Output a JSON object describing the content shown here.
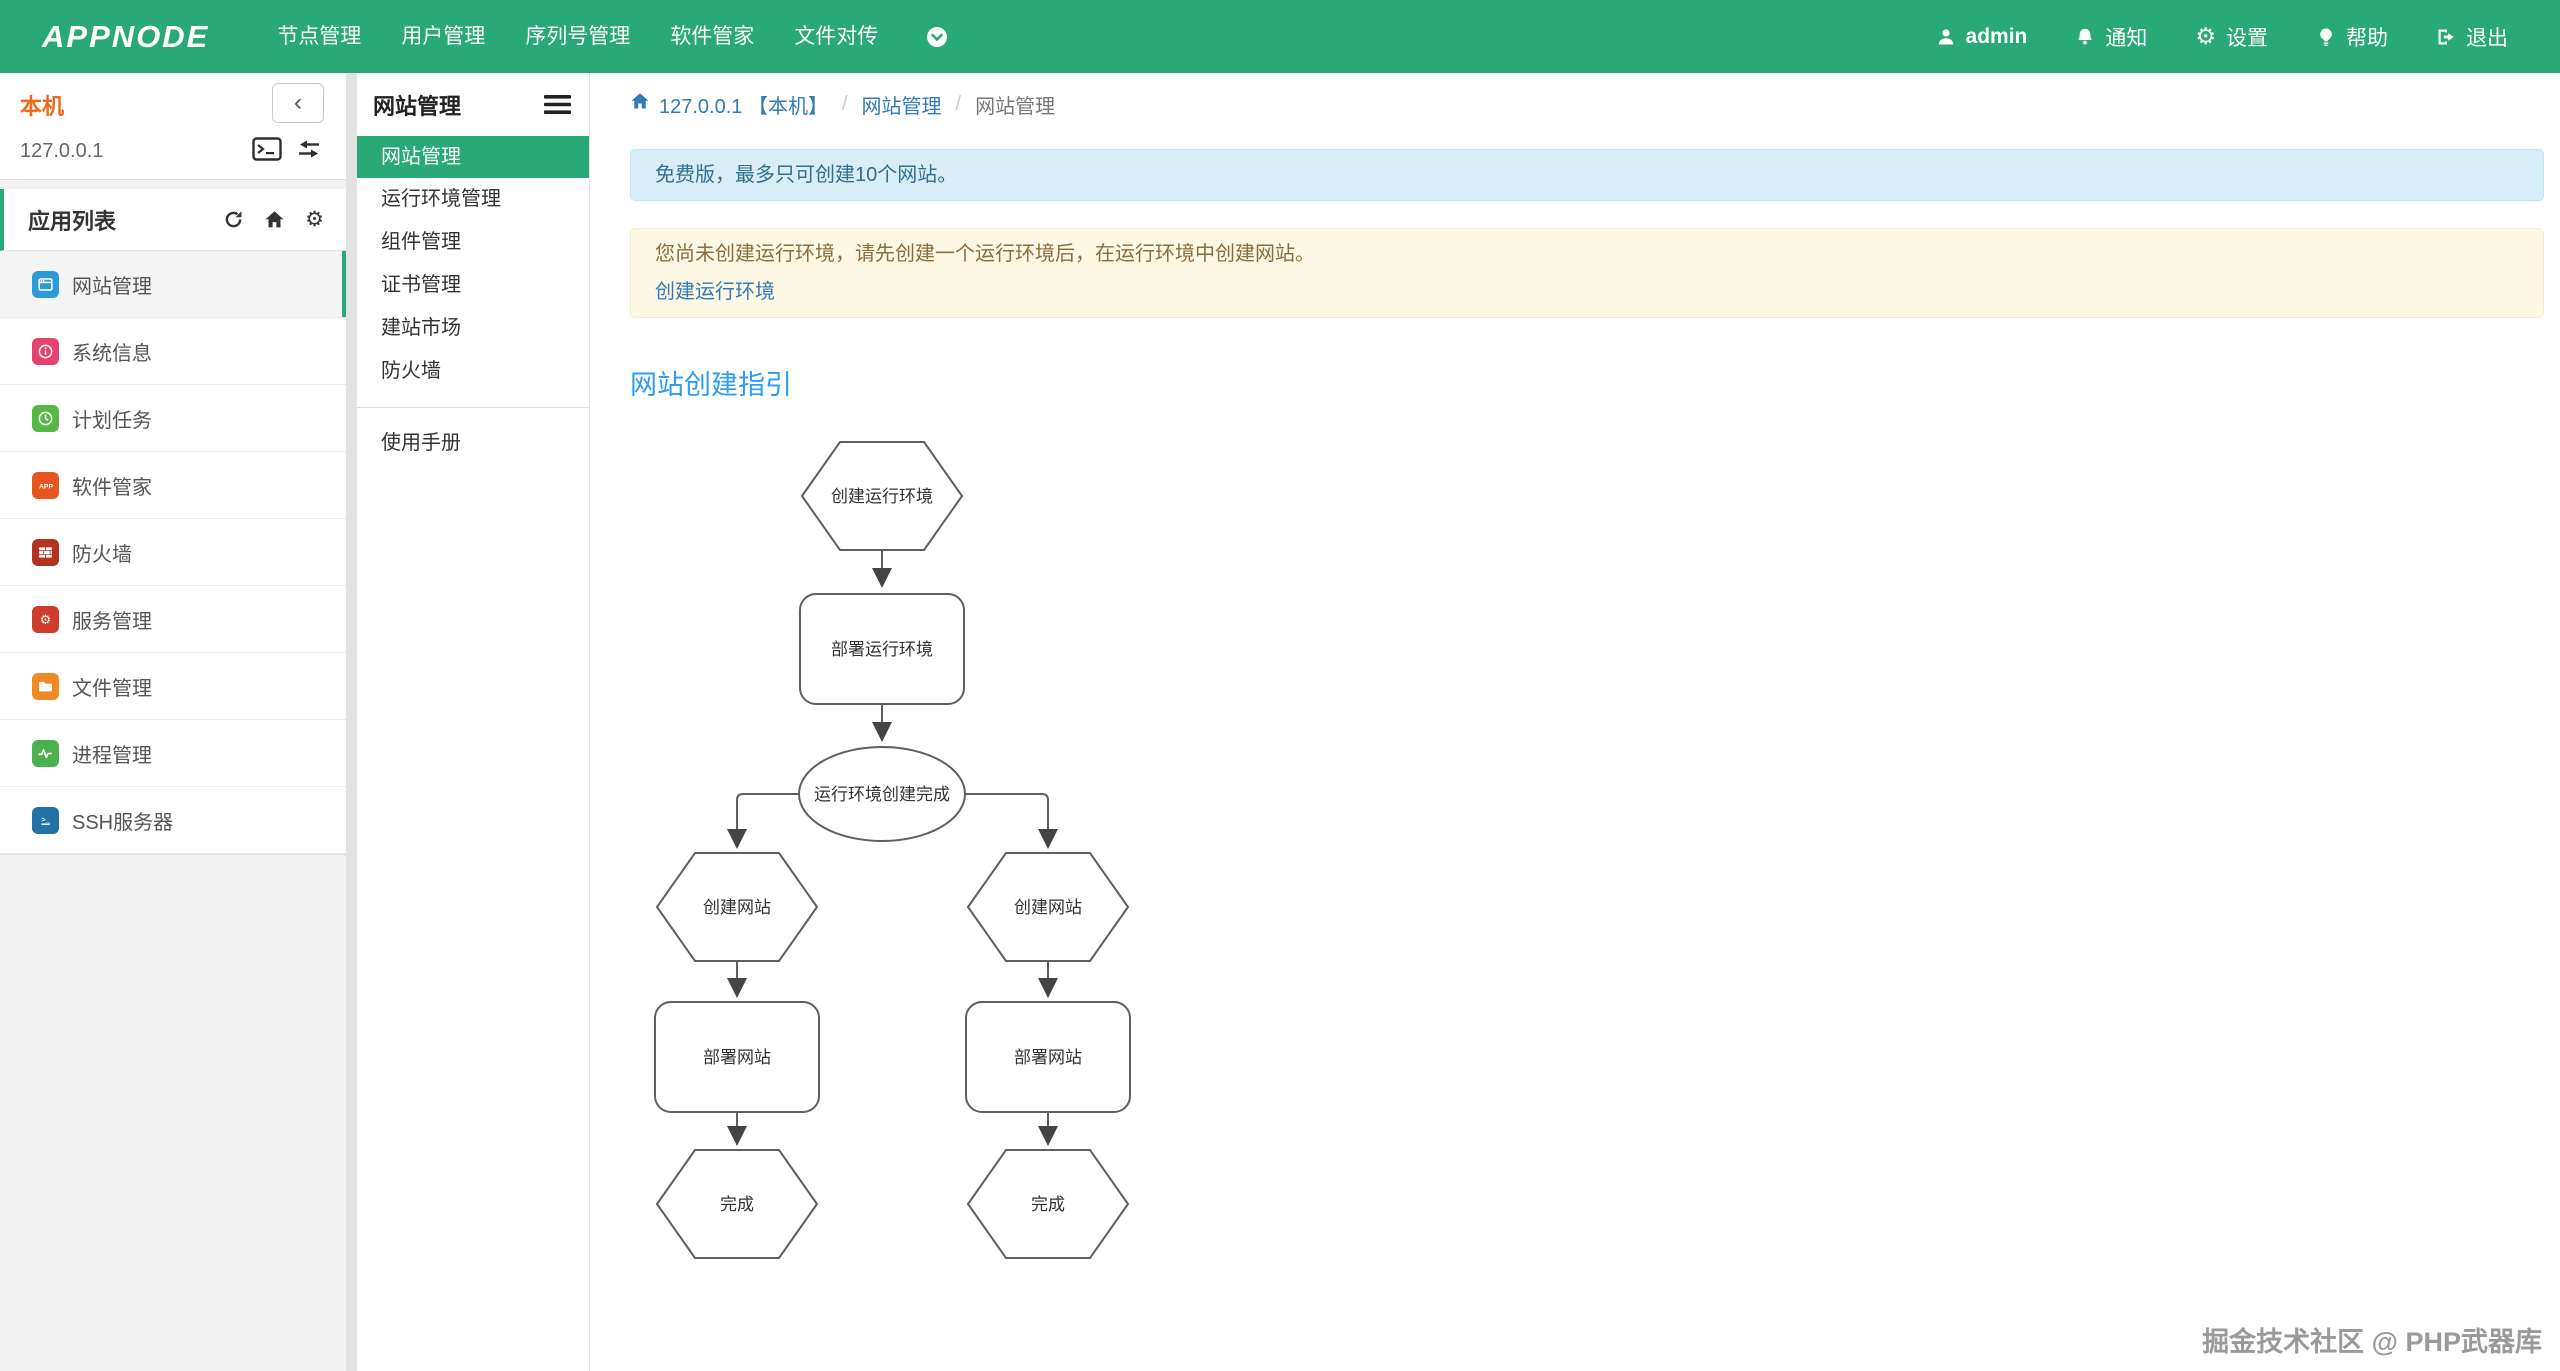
{
  "colors": {
    "brand": "#29a878",
    "host_title": "#f06a1c",
    "link": "#337ab7",
    "guide_title": "#2b9cf2"
  },
  "navbar": {
    "logo": "APPNODE",
    "items": [
      "节点管理",
      "用户管理",
      "序列号管理",
      "软件管家",
      "文件对传"
    ],
    "user": "admin",
    "right_items": [
      "通知",
      "设置",
      "帮助",
      "退出"
    ]
  },
  "host_panel": {
    "title": "本机",
    "ip": "127.0.0.1",
    "collapse_glyph": "‹"
  },
  "app_list": {
    "title": "应用列表",
    "items": [
      {
        "label": "网站管理",
        "color": "#2e9bd9"
      },
      {
        "label": "系统信息",
        "color": "#e5426e"
      },
      {
        "label": "计划任务",
        "color": "#57b847"
      },
      {
        "label": "软件管家",
        "color": "#e8561f"
      },
      {
        "label": "防火墙",
        "color": "#b5321e"
      },
      {
        "label": "服务管理",
        "color": "#ce3c2b"
      },
      {
        "label": "文件管理",
        "color": "#f08a24"
      },
      {
        "label": "进程管理",
        "color": "#4cb04f"
      },
      {
        "label": "SSH服务器",
        "color": "#2471a8"
      }
    ],
    "app_store_glyph": "APP",
    "gear_glyph": "⚙",
    "ssh_glyph": ">_"
  },
  "submenu": {
    "title": "网站管理",
    "items": [
      "网站管理",
      "运行环境管理",
      "组件管理",
      "证书管理",
      "建站市场",
      "防火墙"
    ],
    "footer_item": "使用手册"
  },
  "breadcrumb": {
    "host": "127.0.0.1 【本机】",
    "section": "网站管理",
    "current": "网站管理",
    "separator": "/"
  },
  "notices": {
    "info": "免费版，最多只可创建10个网站。",
    "warning": "您尚未创建运行环境，请先创建一个运行环境后，在运行环境中创建网站。",
    "warning_link": "创建运行环境"
  },
  "guide": {
    "title": "网站创建指引",
    "flow_nodes": {
      "step1": "创建运行环境",
      "step2": "部署运行环境",
      "step3": "运行环境创建完成",
      "left_create": "创建网站",
      "left_deploy": "部署网站",
      "left_done": "完成",
      "right_create": "创建网站",
      "right_deploy": "部署网站",
      "right_done": "完成"
    }
  },
  "watermark": "掘金技术社区 @ PHP武器库"
}
